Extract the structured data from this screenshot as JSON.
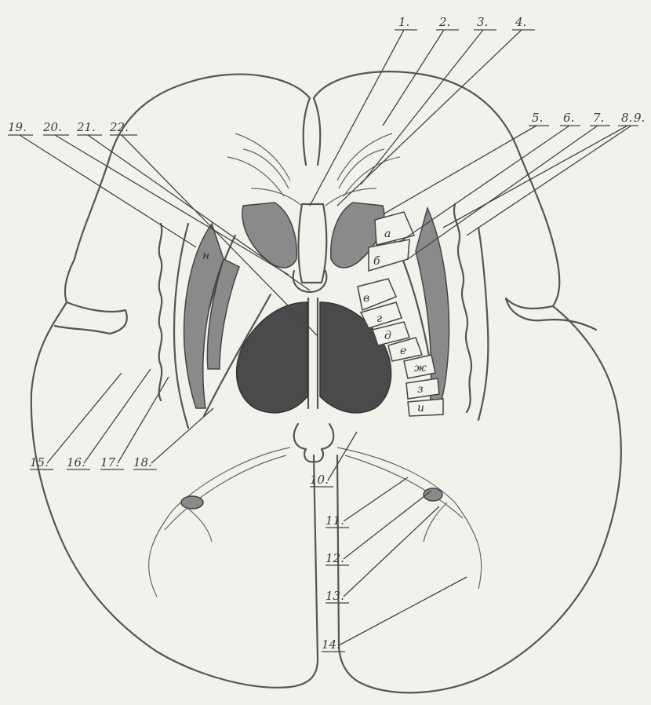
{
  "labels": {
    "n1": "1.",
    "n2": "2.",
    "n3": "3.",
    "n4": "4.",
    "n5": "5.",
    "n6": "6.",
    "n7": "7.",
    "n8": "8.",
    "n9": "9.",
    "n10": "10.",
    "n11": "11.",
    "n12": "12.",
    "n13": "13.",
    "n14": "14.",
    "n15": "15.",
    "n16": "16.",
    "n17": "17.",
    "n18": "18.",
    "n19": "19.",
    "n20": "20.",
    "n21": "21.",
    "n22": "22."
  },
  "segments": {
    "a": "а",
    "b": "б",
    "v": "в",
    "g": "г",
    "d": "д",
    "e": "е",
    "zh": "ж",
    "z": "з",
    "i": "и",
    "n": "н"
  }
}
